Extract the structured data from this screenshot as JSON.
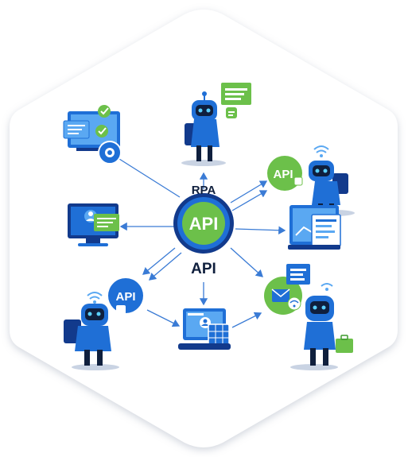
{
  "labels": {
    "rpa": "RPA",
    "api_center": "API",
    "api_below": "API",
    "api_bubble_left": "API",
    "api_bubble_top_right": "API"
  },
  "colors": {
    "blue": "#1f6fd6",
    "blue_dark": "#123a8c",
    "blue_light": "#5aa8f2",
    "green": "#6cc04a",
    "green_dark": "#3e9a2f",
    "navy": "#0f1f3d",
    "hex_fill": "#ffffff",
    "hex_shadow": "#d7dbe3",
    "arrow": "#3a7bd5"
  }
}
